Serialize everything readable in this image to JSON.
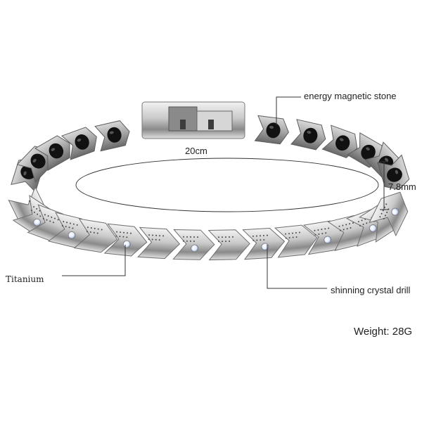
{
  "product": {
    "kind": "magnetic link bracelet",
    "colors": {
      "metal_light": "#e4e4e4",
      "metal_mid": "#b8b8b8",
      "metal_dark": "#5e5e5e",
      "magnet": "#111111",
      "crystal": "#f4f8ff",
      "leader_line": "#333333"
    }
  },
  "labels": {
    "energy_stone": "energy magnetic stone",
    "width": "20cm",
    "height": "7.8mm",
    "material": "Titanium",
    "crystal": "shinning crystal drill",
    "weight": "Weight: 28G"
  }
}
